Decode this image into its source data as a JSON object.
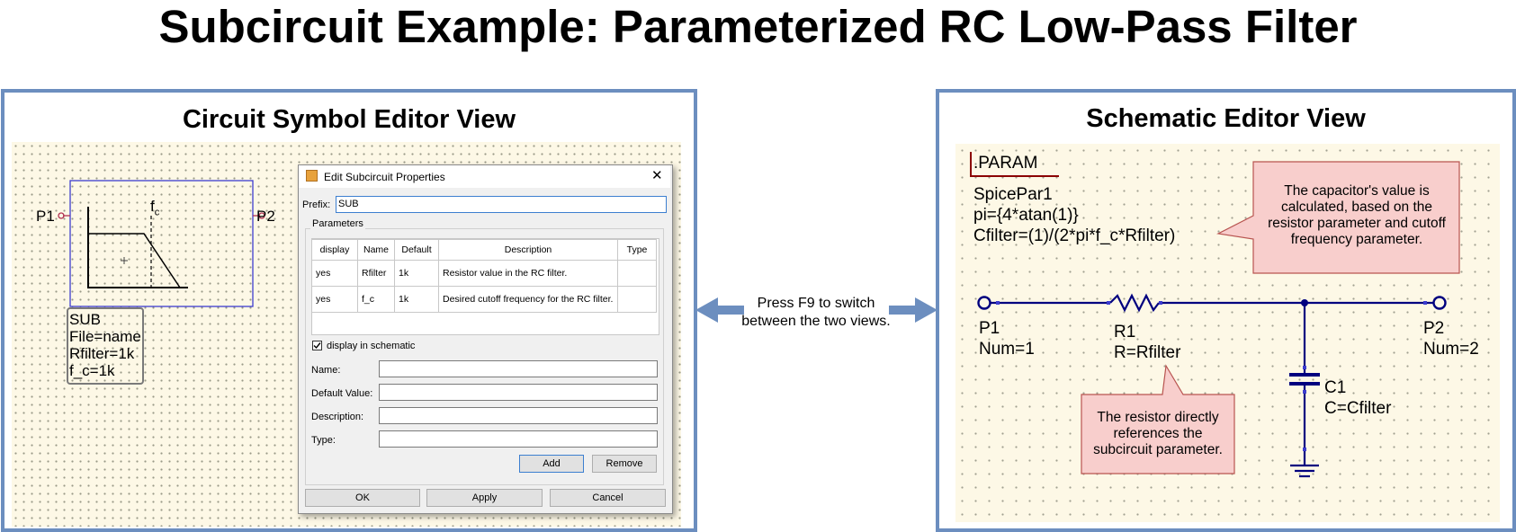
{
  "title": "Subcircuit Example: Parameterized RC Low-Pass Filter",
  "left_panel": {
    "title": "Circuit Symbol Editor View",
    "pins": {
      "left": "P1",
      "right": "P2"
    },
    "fc_label": {
      "f": "f",
      "sub": "c"
    },
    "symbol_text": [
      "SUB",
      "File=name",
      "Rfilter=1k",
      "f_c=1k"
    ]
  },
  "dialog": {
    "title": "Edit Subcircuit Properties",
    "close": "✕",
    "prefix_label": "Prefix:",
    "prefix_value": "SUB",
    "group_label": "Parameters",
    "columns": [
      "display",
      "Name",
      "Default",
      "Description",
      "Type"
    ],
    "rows": [
      [
        "yes",
        "Rfilter",
        "1k",
        "Resistor value in the RC filter.",
        ""
      ],
      [
        "yes",
        "f_c",
        "1k",
        "Desired cutoff frequency for the RC filter.",
        ""
      ]
    ],
    "display_checkbox_label": "display in schematic",
    "name_label": "Name:",
    "default_label": "Default Value:",
    "description_label": "Description:",
    "type_label": "Type:",
    "add": "Add",
    "remove": "Remove",
    "ok": "OK",
    "apply": "Apply",
    "cancel": "Cancel"
  },
  "middle_text": [
    "Press F9 to switch",
    "between the two views."
  ],
  "right_panel": {
    "title": "Schematic Editor View",
    "param_header": ".PARAM",
    "param_lines": [
      "SpicePar1",
      "pi={4*atan(1)}",
      "Cfilter=(1)/(2*pi*f_c*Rfilter)"
    ],
    "callout_capacitor": [
      "The capacitor's value is",
      "calculated, based on the",
      "resistor parameter and cutoff",
      "frequency parameter."
    ],
    "callout_resistor": [
      "The resistor directly",
      "references the",
      "subcircuit parameter."
    ],
    "p1": [
      "P1",
      "Num=1"
    ],
    "r1": [
      "R1",
      "R=Rfilter"
    ],
    "p2": [
      "P2",
      "Num=2"
    ],
    "c1": [
      "C1",
      "C=Cfilter"
    ]
  },
  "colors": {
    "panel_border": "#6c8ebf",
    "wire": "#00007f",
    "callout_fill": "#f8cecc",
    "callout_border": "#b85450",
    "arrow": "#6c8ebf"
  }
}
